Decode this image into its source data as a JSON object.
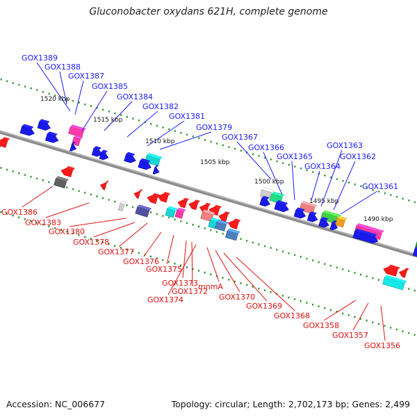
{
  "title": "Gluconobacter oxydans 621H, complete genome",
  "footer": {
    "accession": "Accession: NC_006677",
    "summary": "Topology: circular; Length: 2,702,173 bp; Genes: 2,499"
  },
  "scale_labels": [
    "1520 kbp",
    "1515 kbp",
    "1510 kbp",
    "1505 kbp",
    "1500 kbp",
    "1495 kbp",
    "1490 kbp"
  ],
  "colors": {
    "forward_label": "#1a1aff",
    "reverse_label": "#e01010",
    "backbone": "#8c8c8c",
    "tick": "#1c8c1c"
  },
  "top_labels": [
    "GOX1389",
    "GOX1388",
    "GOX1387",
    "GOX1385",
    "GOX1384",
    "GOX1382",
    "GOX1381",
    "GOX1379",
    "GOX1367",
    "GOX1366",
    "GOX1365",
    "GOX1364",
    "GOX1363",
    "GOX1362",
    "GOX1361"
  ],
  "bottom_labels": [
    "GOX1386",
    "GOX1383",
    "GOX1380",
    "GOX1378",
    "GOX1377",
    "GOX1376",
    "GOX1375",
    "GOX1373",
    "GOX1372",
    "GOX1374",
    "mnmA",
    "GOX1370",
    "GOX1369",
    "GOX1368",
    "GOX1358",
    "GOX1357",
    "GOX1356"
  ]
}
